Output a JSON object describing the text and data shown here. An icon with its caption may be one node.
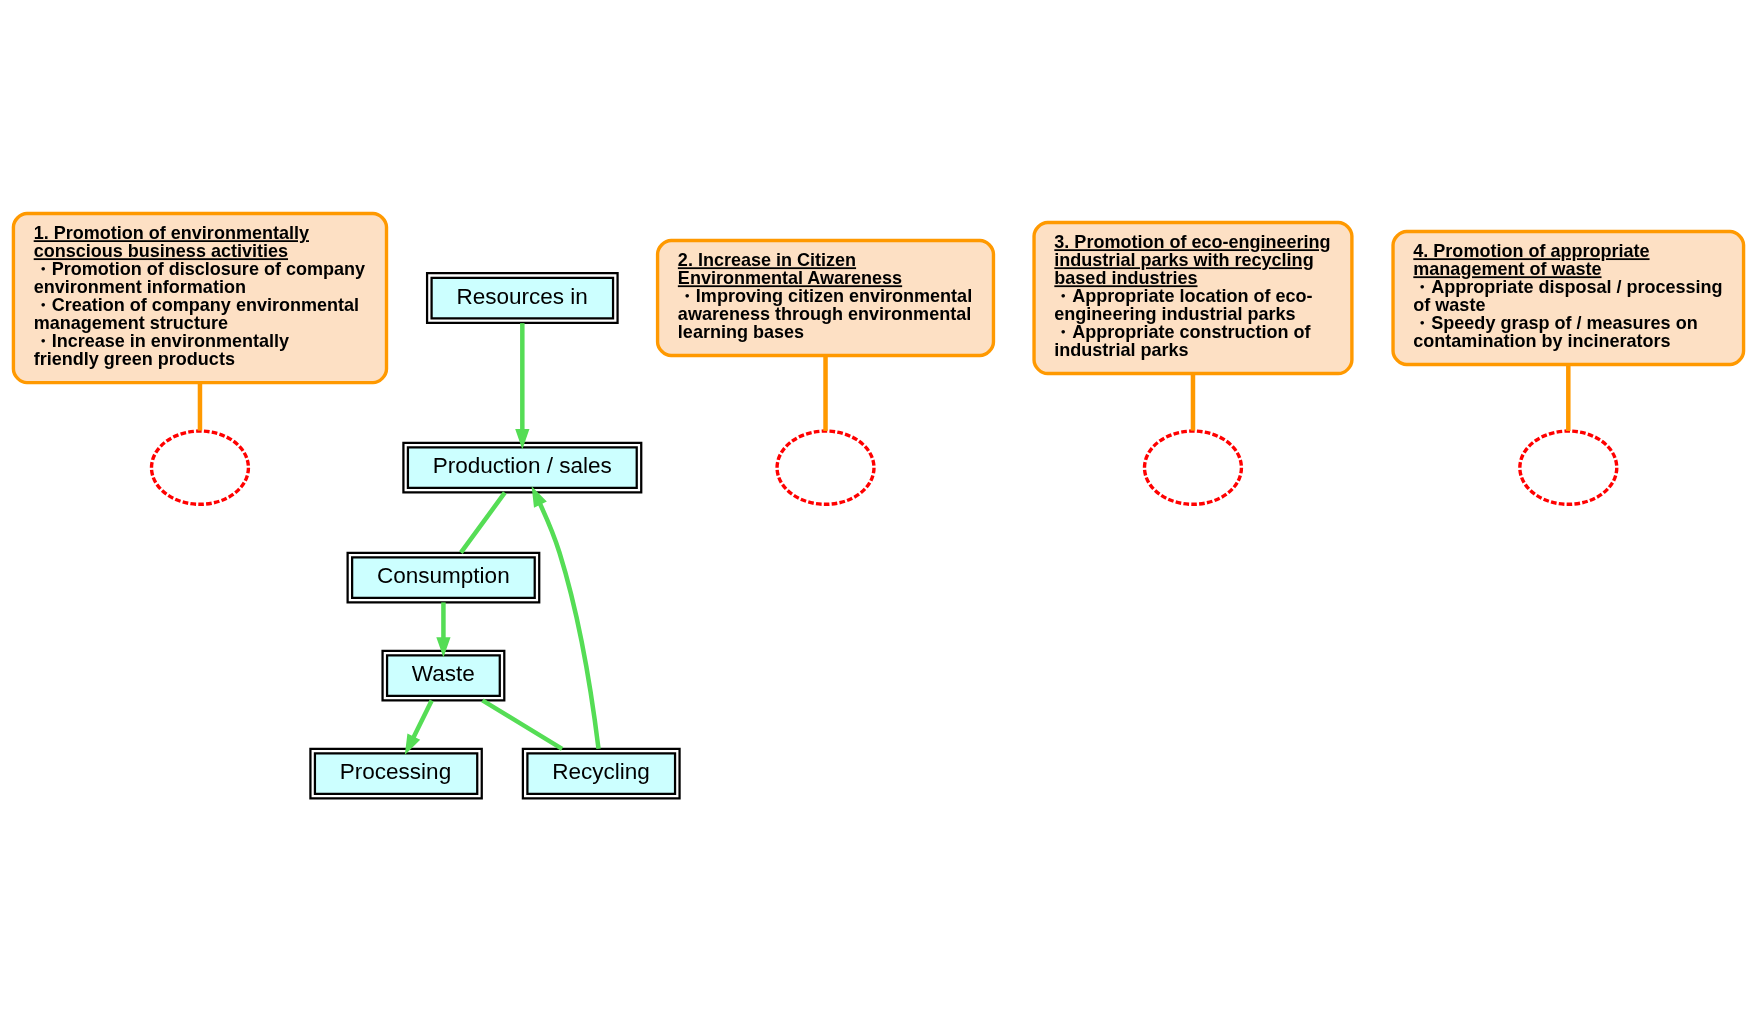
{
  "diagram": {
    "nodes": [
      {
        "text": [],
        "shape": "circle"
      },
      {
        "text": [
          "Resources in"
        ]
      },
      {
        "text": [
          "Production / sales"
        ]
      },
      {
        "text": [],
        "shape": "circle"
      },
      {
        "text": [
          "Consumption"
        ]
      },
      {
        "text": [],
        "shape": "circle"
      },
      {
        "text": [
          "Recycling"
        ]
      },
      {
        "text": [],
        "shape": "circle"
      },
      {
        "text": [
          "Waste"
        ]
      },
      {
        "text": [
          "Processing"
        ]
      },
      {
        "text": [
          "1. Promotion of environmentally conscious business activities",
          "・Promotion of disclosure of company environment information",
          "・Creation of company environmental management structure",
          "・Increase in environmentally friendly green products"
        ]
      },
      {
        "text": [
          "2. Increase in Citizen Environmental Awareness",
          "・Improving citizen environmental awareness through environmental learning bases"
        ]
      },
      {
        "text": [
          "3. Promotion of eco-engineering industrial parks with recycling based industries",
          "・Appropriate location of eco-engineering industrial parks",
          "・Appropriate construction of industrial parks"
        ]
      },
      {
        "text": [
          "4. Promotion of appropriate management of waste",
          "・Appropriate disposal / processing of waste",
          "・Speedy grasp of / measures on contamination by incinerators"
        ]
      }
    ],
    "edges": [
      {
        "from": 1,
        "to": 2,
        "arrow": "to"
      },
      {
        "from": 2,
        "to": 4,
        "arrow": "none"
      },
      {
        "from": 4,
        "to": 8,
        "arrow": "to"
      },
      {
        "from": 8,
        "to": 6,
        "arrow": "none"
      },
      {
        "from": 6,
        "to": 2,
        "arrow": "to"
      },
      {
        "from": 8,
        "to": 9,
        "arrow": "to"
      },
      {
        "from": 10,
        "to": 0,
        "arrow": "none",
        "color": "#ff9900"
      },
      {
        "from": 11,
        "to": 3,
        "arrow": "none",
        "color": "#ff9900"
      },
      {
        "from": 12,
        "to": 5,
        "arrow": "none",
        "color": "#ff9900"
      },
      {
        "from": 13,
        "to": 7,
        "arrow": "none",
        "color": "#ff9900"
      }
    ]
  }
}
